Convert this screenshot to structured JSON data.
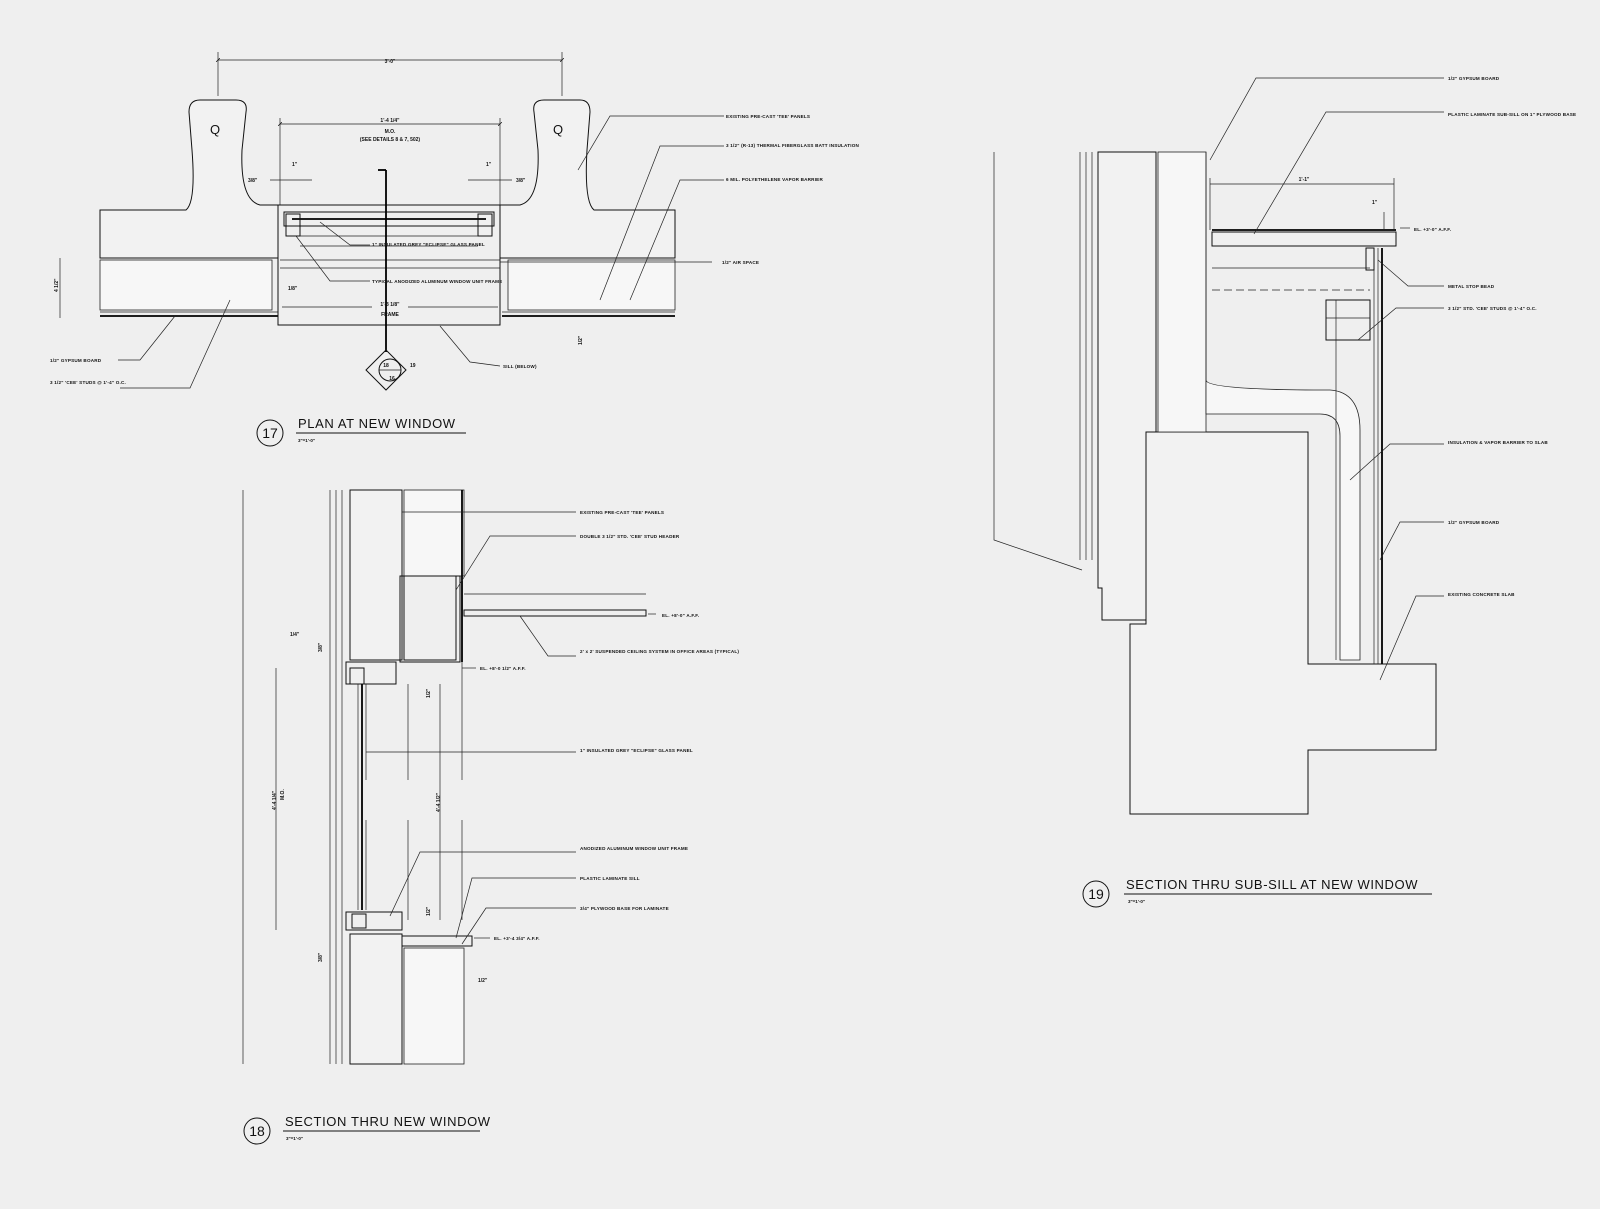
{
  "details": [
    {
      "id": "detail-17",
      "number": "17",
      "title": "PLAN AT NEW WINDOW",
      "scale": "3\"=1'-0\"",
      "section_marker": {
        "top_left": "18",
        "top_right": "19",
        "bottom": "16"
      },
      "dimensions": {
        "overall": "3'-0\"",
        "opening": "1'-4 1/4\"",
        "opening_note_1": "M.O.",
        "opening_note_2": "(SEE DETAILS 8 & 7, 502)",
        "frame": "1'-3 1/8\"",
        "frame_label": "FRAME",
        "side_a": "1\"",
        "side_b": "1\"",
        "reveal_a": "3/8\"",
        "reveal_b": "3/8\"",
        "wall": "4 1/2\"",
        "small": "1/8\"",
        "sill_depth": "1/2\""
      },
      "notes": [
        "EXISTING PRE-CAST 'TEE' PANELS",
        "3 1/2\" (R-13) THERMAL FIBERGLASS BATT INSULATION",
        "6 MIL. POLYETHELENE VAPOR BARRIER",
        "1/2\" AIR SPACE",
        "1\" INSULATED GREY \"ECLIPSE\" GLASS PANEL",
        "TYPICAL ANODIZED ALUMINUM WINDOW UNIT FRAME",
        "SILL (BELOW)",
        "1/2\" GYPSUM BOARD",
        "3 1/2\" 'CEE' STUDS @ 1'-4\" O.C."
      ]
    },
    {
      "id": "detail-18",
      "number": "18",
      "title": "SECTION THRU NEW WINDOW",
      "scale": "3\"=1'-0\"",
      "dimensions": {
        "a": "1/4\"",
        "b": "3/8\"",
        "c": "1/2\"",
        "d": "4'-4 1/4\"",
        "d_note": "M.O.",
        "e": "4'-4 1/2\"",
        "f": "1/2\"",
        "g": "3/8\"",
        "h": "1/2\""
      },
      "notes": [
        "EXISTING PRE-CAST 'TEE' PANELS",
        "DOUBLE 3 1/2\" STD. 'CEE' STUD HEADER",
        "EL. +8'-0\" A.F.F.",
        "2' x 2' SUSPENDED CEILING SYSTEM IN OFFICE AREAS (TYPICAL)",
        "EL. +8'-0 1/2\" A.F.F.",
        "1\" INSULATED GREY \"ECLIPSE\" GLASS PANEL",
        "ANODIZED ALUMINUM WINDOW UNIT FRAME",
        "PLASTIC LAMINATE SILL",
        "3/4\" PLYWOOD BASE FOR LAMINATE",
        "EL. +3'-4 3/4\" A.F.F."
      ]
    },
    {
      "id": "detail-19",
      "number": "19",
      "title": "SECTION THRU SUB-SILL AT NEW WINDOW",
      "scale": "3\"=1'-0\"",
      "dimensions": {
        "a": "1'-1\"",
        "b": "1\""
      },
      "notes": [
        "1/2\" GYPSUM BOARD",
        "PLASTIC LAMINATE SUB-SILL ON 1\" PLYWOOD BASE",
        "EL. +3'-0\" A.F.F.",
        "METAL STOP BEAD",
        "3 1/2\" STD. 'CEE' STUDS @ 1'-4\" O.C.",
        "INSULATION & VAPOR BARRIER TO SLAB",
        "1/2\" GYPSUM BOARD",
        "EXISTING CONCRETE SLAB"
      ]
    }
  ],
  "colors": {
    "paper": "#efefef",
    "ink": "#111111",
    "fill": "#f2f2f2"
  }
}
